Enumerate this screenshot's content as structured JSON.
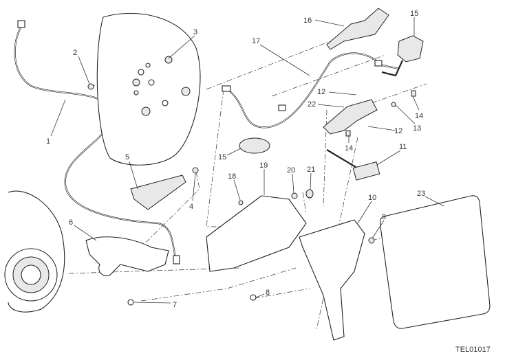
{
  "diagram": {
    "callouts": [
      "1",
      "2",
      "3",
      "4",
      "5",
      "6",
      "7",
      "8",
      "9",
      "10",
      "11",
      "12",
      "12",
      "13",
      "14",
      "14",
      "15",
      "15",
      "16",
      "17",
      "18",
      "19",
      "20",
      "21",
      "22",
      "23"
    ],
    "drawing_code": "TEL01017"
  }
}
